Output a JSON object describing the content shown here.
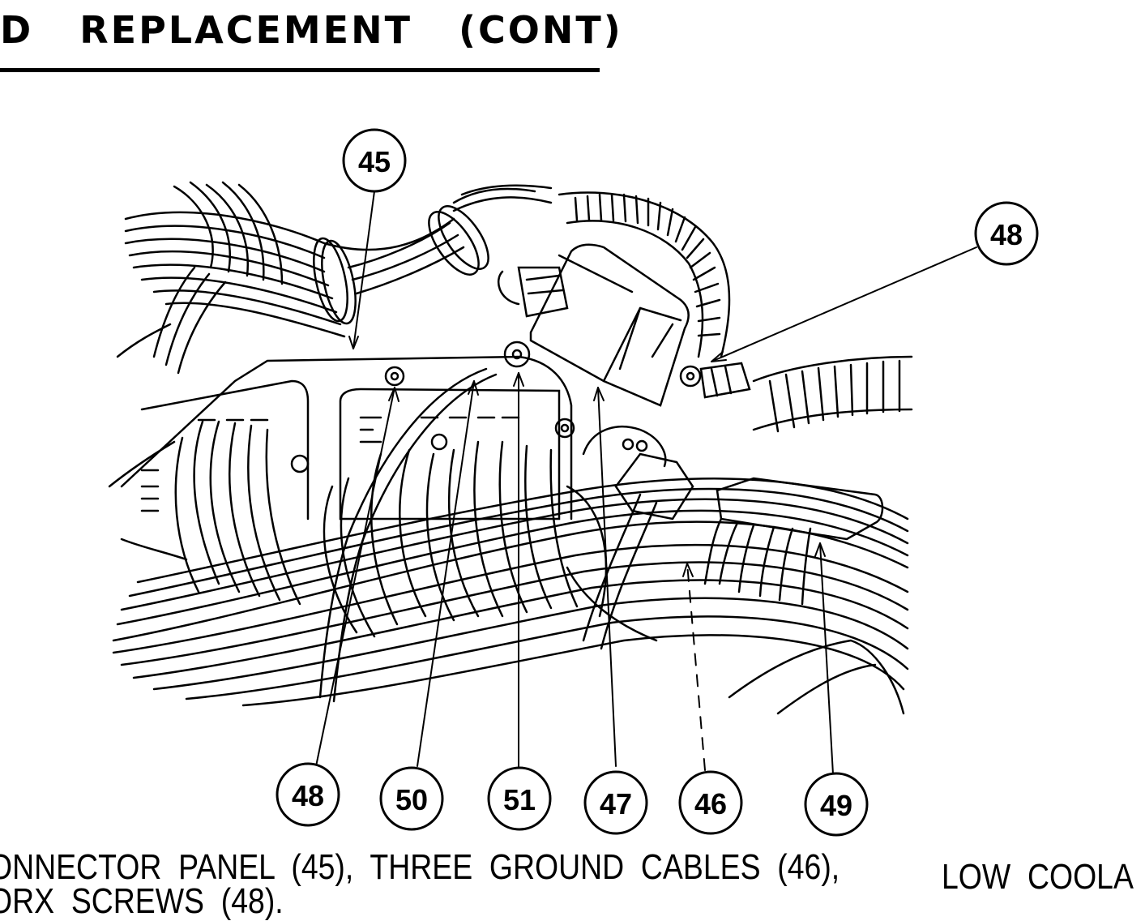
{
  "page": {
    "heading": "D   REPLACEMENT   (CONT)"
  },
  "figure": {
    "callouts": {
      "c45_top": "45",
      "c48_right": "48",
      "c48_bottom": "48",
      "c50": "50",
      "c51": "51",
      "c47": "47",
      "c46": "46",
      "c49": "49"
    }
  },
  "caption": {
    "line1": "ONNECTOR  PANEL  (45),  THREE  GROUND  CABLES  (46),",
    "line2": "ORX  SCREWS  (48).",
    "continuation": "LOW  COOLA"
  }
}
